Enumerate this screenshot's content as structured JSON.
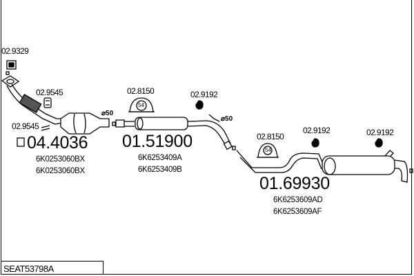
{
  "diagram_code": "SEAT53798A",
  "parts": {
    "gasket_top": "02.9329",
    "hanger_front_upper": "02.9545",
    "hanger_front_lower": "02.9545",
    "front_main": {
      "number": "04.4036",
      "oe1": "6K0253060BX",
      "oe2": "6K0253060BX"
    },
    "middle_main": {
      "number": "01.51900",
      "oe1": "6K6253409A",
      "oe2": "6K6253409B"
    },
    "rear_main": {
      "number": "01.69930",
      "oe1": "6K6253609AD",
      "oe2": "6K6253609AF"
    },
    "clamp_middle": "02.8150",
    "clamp_rear": "02.8150",
    "clamp_size": "54",
    "rubber_middle": "02.9192",
    "rubber_rear1": "02.9192",
    "rubber_rear2": "02.9192",
    "diameter_front": "⌀50",
    "diameter_middle": "⌀50"
  }
}
